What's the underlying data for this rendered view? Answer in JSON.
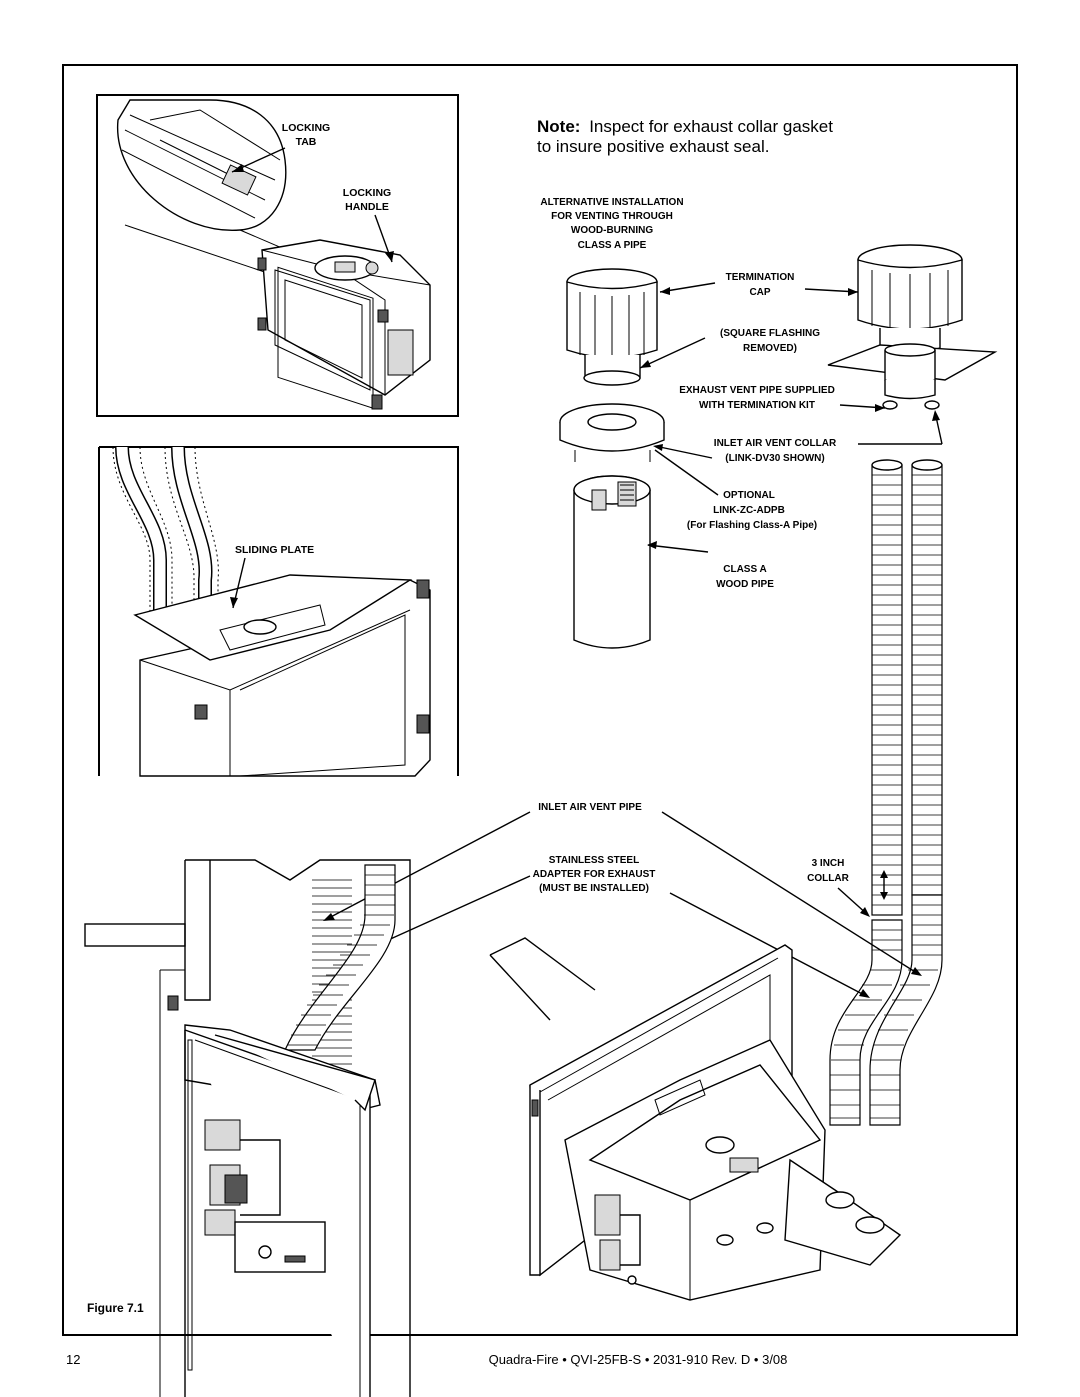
{
  "note": {
    "prefix": "Note:",
    "line1": "Inspect for exhaust collar gasket",
    "line2": "to insure positive exhaust seal."
  },
  "labels": {
    "locking_tab": [
      "LOCKING",
      "TAB"
    ],
    "locking_handle": [
      "LOCKING",
      "HANDLE"
    ],
    "sliding_plate": "SLIDING PLATE",
    "alternative_installation": [
      "ALTERNATIVE INSTALLATION",
      "FOR VENTING THROUGH",
      "WOOD-BURNING",
      "CLASS A PIPE"
    ],
    "termination_cap": [
      "TERMINATION",
      "CAP"
    ],
    "square_flashing": [
      "(SQUARE FLASHING",
      "REMOVED)"
    ],
    "exhaust_vent_pipe": [
      "EXHAUST VENT PIPE SUPPLIED",
      "WITH TERMINATION KIT"
    ],
    "inlet_air_vent_collar": [
      "INLET AIR VENT COLLAR",
      "(LINK-DV30 SHOWN)"
    ],
    "optional": [
      "OPTIONAL",
      "LINK-ZC-ADPB",
      "(For Flashing Class-A Pipe)"
    ],
    "class_a": [
      "CLASS A",
      "WOOD PIPE"
    ],
    "inlet_air_vent_pipe": "INLET AIR VENT PIPE",
    "stainless_steel": [
      "STAINLESS STEEL",
      "ADAPTER FOR EXHAUST",
      "(MUST BE INSTALLED)"
    ],
    "three_inch_collar": [
      "3 INCH",
      "COLLAR"
    ]
  },
  "figure_caption": "Figure 7.1",
  "footer": {
    "page_number": "12",
    "document": "Quadra-Fire  •  QVI-25FB-S  •  2031-910 Rev. D  •  3/08"
  }
}
